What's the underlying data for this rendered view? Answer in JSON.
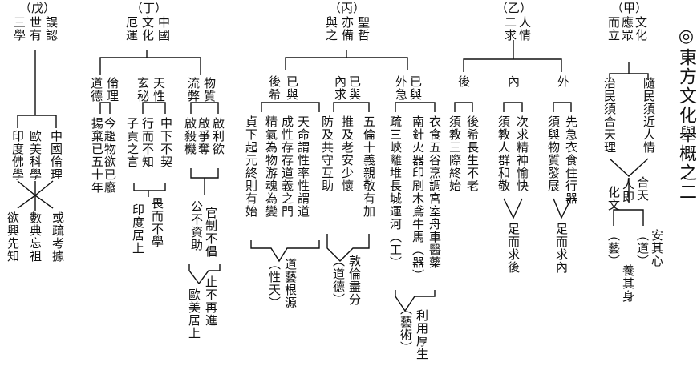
{
  "title": "◎東方文化舉概之二",
  "sections": [
    {
      "label": "（甲）",
      "header_cols": [
        "文化",
        "應眾",
        "而立"
      ],
      "level1": [
        "隨民須近人情",
        "治民須合天理"
      ],
      "merge1": [
        "合天",
        "人即",
        "化文"
      ],
      "final_cols": [
        "安其心",
        "（道）",
        "養其身",
        "（藝）"
      ]
    },
    {
      "label": "（乙）",
      "header_cols": [
        "人情",
        "二求"
      ],
      "branches": [
        "外",
        "內",
        "後"
      ],
      "details": [
        "先急衣食住行器",
        "須與物質發展",
        "次求精神愉快",
        "須教人群和敬",
        "後希長生不老",
        "須教三際終始"
      ],
      "results": [
        "足而求內",
        "足而求後"
      ]
    },
    {
      "label": "（丙）",
      "header_cols": [
        "聖哲",
        "亦備",
        "與之"
      ],
      "branches": [
        {
          "label_cols": [
            "已與",
            "外急"
          ],
          "items": [
            "衣食五谷烹調宮室舟車醫藥",
            "南針火器印刷木鳶牛馬（器）",
            "疏三峽離堆長城運河（工）"
          ]
        },
        {
          "label_cols": [
            "已與",
            "內求"
          ],
          "items": [
            "五倫十義親敬有加",
            "推及老安少懷",
            "防及共守互助"
          ]
        },
        {
          "label_cols": [
            "已與",
            "後希"
          ],
          "items": [
            "天命謂性率性謂道",
            "成性存存道義之門",
            "精氣為物游魂為變",
            "貞下起元終則有始"
          ]
        }
      ],
      "results": [
        {
          "cols": [
            "利用厚生",
            "（藝術）"
          ]
        },
        {
          "cols": [
            "敦倫盡分",
            "（道德）"
          ]
        },
        {
          "cols": [
            "道藝根源",
            "（性天）"
          ]
        }
      ]
    },
    {
      "label": "（丁）",
      "header_cols": [
        "中國",
        "文化",
        "厄運"
      ],
      "branches": [
        {
          "label_cols": [
            "物質",
            "流弊"
          ],
          "items": [
            "啟利欲",
            "啟爭奪",
            "啟殺機"
          ]
        },
        {
          "label_cols": [
            "天性",
            "玄秘"
          ],
          "items": [
            "中下不契",
            "行而不知",
            "子貢之言"
          ]
        },
        {
          "label_cols": [
            "倫理",
            "道德"
          ],
          "items": [
            "今趨物欲已廢",
            "揚棄已五十年"
          ]
        }
      ],
      "sub": [
        {
          "cols": [
            "官制不倡",
            "公不資助"
          ]
        },
        {
          "cols": [
            "畏而不學",
            "印度居上"
          ]
        }
      ],
      "final": [
        "止不再進",
        "歐美居上"
      ]
    },
    {
      "label": "（戊）",
      "header_cols": [
        "誤認",
        "世有",
        "三學"
      ],
      "items": [
        "中國倫理",
        "歐美科學",
        "印度佛學"
      ],
      "results": [
        "或疏考據",
        "數典忘祖",
        "欲興先知"
      ]
    }
  ]
}
